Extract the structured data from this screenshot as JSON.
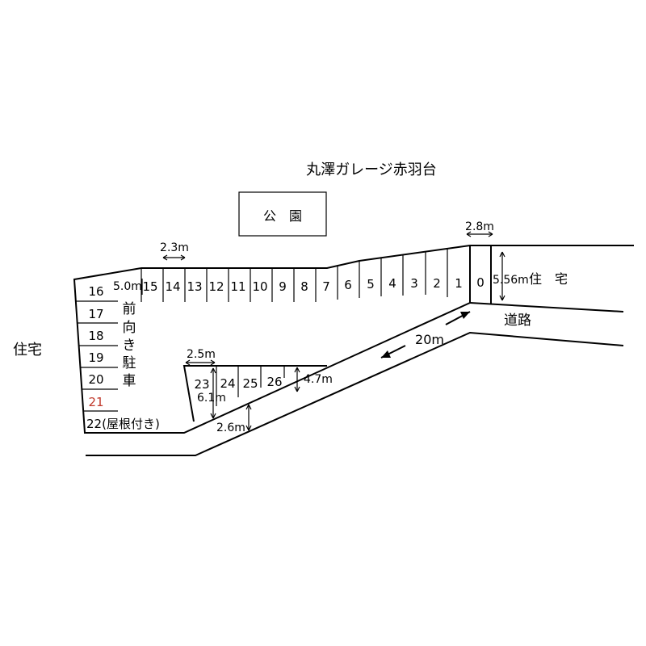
{
  "title": "丸澤ガレージ赤羽台",
  "park_label": "公　園",
  "house_left": "住宅",
  "house_right": "住　宅",
  "road_label": "道路",
  "front_parking": [
    "前",
    "向",
    "き",
    "駐",
    "車"
  ],
  "dimensions": {
    "top_space_width": "2.3m",
    "right_space_width": "2.8m",
    "upper_depth": "5.0m",
    "right_depth": "5.56m",
    "lower_space_width": "2.5m",
    "lower_depth": "6.1m",
    "lower_right_depth": "4.7m",
    "aisle_width": "2.6m",
    "road_length": "20m"
  },
  "spaces": {
    "top_row": [
      "15",
      "14",
      "13",
      "12",
      "11",
      "10",
      "9",
      "8",
      "7",
      "6",
      "5",
      "4",
      "3",
      "2",
      "1",
      "0"
    ],
    "left_column": [
      "16",
      "17",
      "18",
      "19",
      "20"
    ],
    "space_21": "21",
    "space_22": "22(屋根付き)",
    "lower_row": [
      "23",
      "24",
      "25",
      "26"
    ]
  },
  "colors": {
    "line": "#000000",
    "highlight": "#c0392b"
  }
}
